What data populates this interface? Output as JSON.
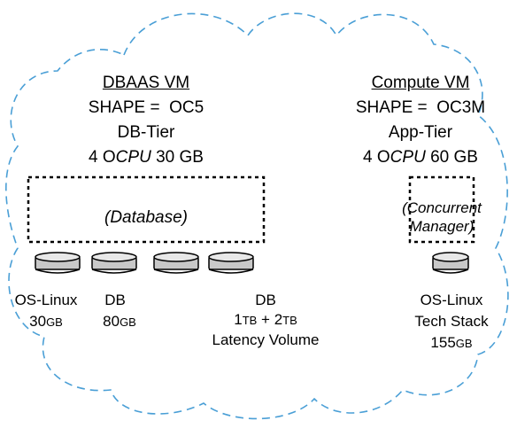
{
  "colors": {
    "cloud_stroke": "#4a9fd6",
    "box_stroke": "#000000",
    "disk_fill": "#c8c8c8",
    "disk_top": "#e8e8e8",
    "text": "#000000"
  },
  "dbaas": {
    "title": "DBAAS VM",
    "shape_label": "SHAPE =",
    "shape_value": "OC5",
    "tier": "DB-Tier",
    "cpu_prefix": "4 O",
    "cpu_word": "CPU",
    "memory": "30 GB",
    "box_label": "(Database)"
  },
  "compute": {
    "title": "Compute VM",
    "shape_label": "SHAPE =",
    "shape_value": "OC3M",
    "tier": "App-Tier",
    "cpu_prefix": "4 O",
    "cpu_word": "CPU",
    "memory": "60 GB",
    "box_label_1": "(Concurrent",
    "box_label_2": "Manager)"
  },
  "disks": {
    "os_linux": {
      "name": "OS-Linux",
      "size": "30",
      "unit": "GB"
    },
    "db": {
      "name": "DB",
      "size": "80",
      "unit": "GB"
    },
    "db_latency": {
      "name": "DB",
      "size_a": "1",
      "unit_a": "TB",
      "plus": " + ",
      "size_b": "2",
      "unit_b": "TB",
      "volume": "Latency Volume"
    },
    "tech_stack": {
      "name": "OS-Linux",
      "name_2": "Tech Stack",
      "size": "155",
      "unit": "GB"
    }
  }
}
